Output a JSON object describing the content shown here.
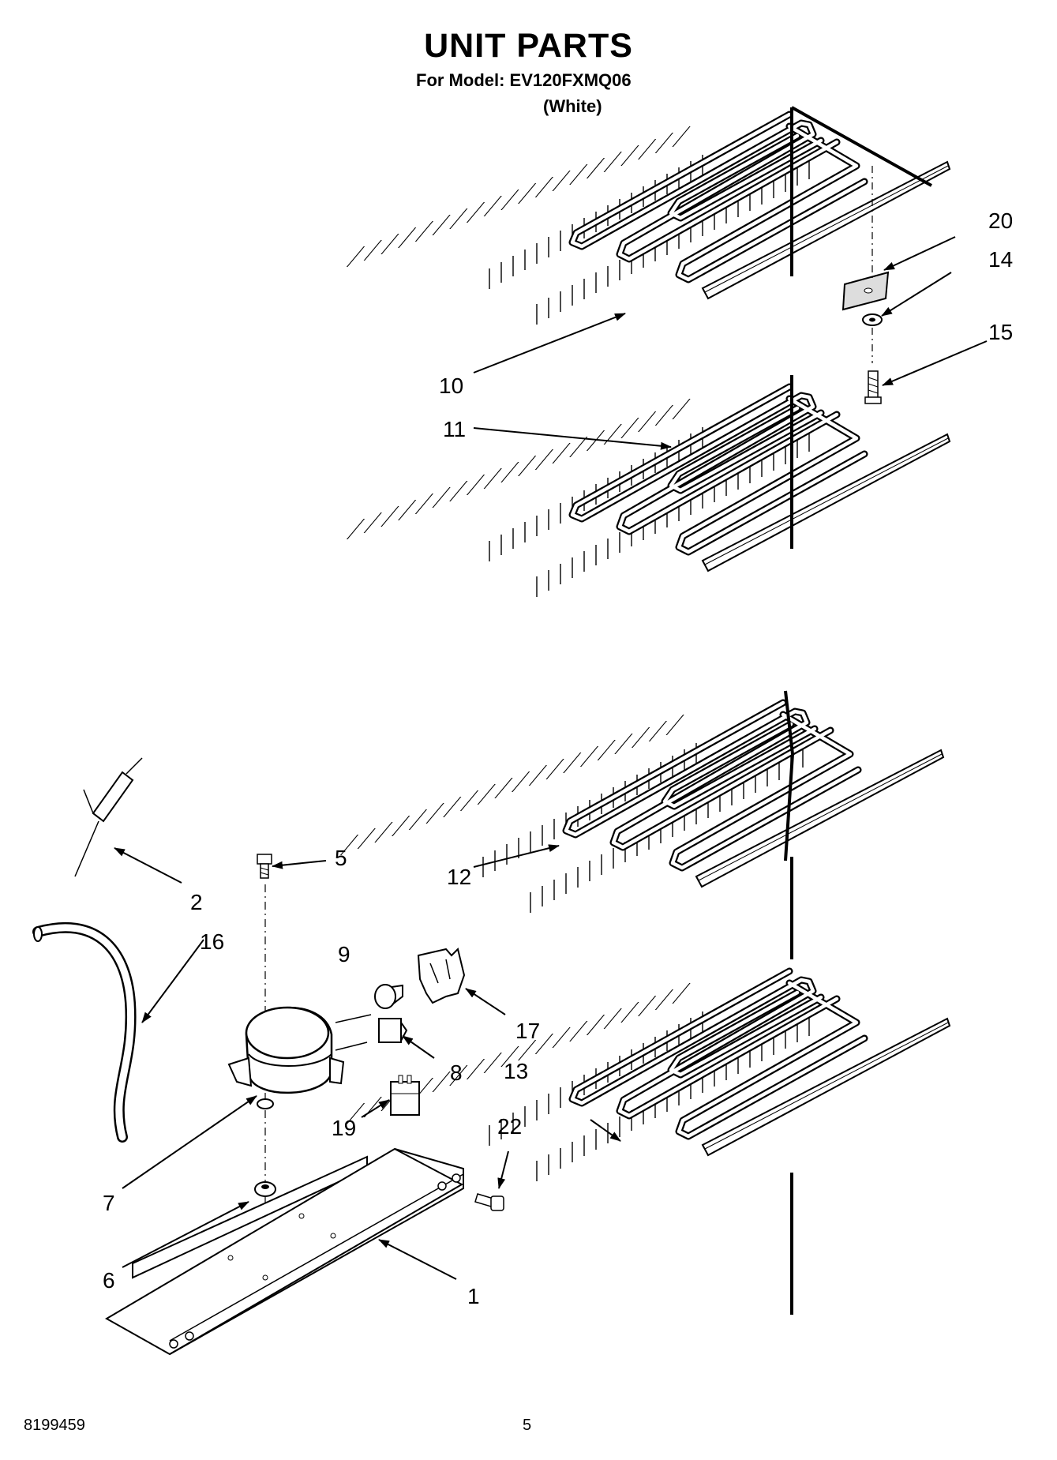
{
  "header": {
    "title": "UNIT PARTS",
    "model": "For Model: EV120FXMQ06",
    "color": "(White)"
  },
  "callouts": [
    {
      "num": "20",
      "part": "evaporator-coil-top-bracket"
    },
    {
      "num": "14",
      "part": "washer"
    },
    {
      "num": "15",
      "part": "screw"
    },
    {
      "num": "10",
      "part": "evaporator-coil-1"
    },
    {
      "num": "11",
      "part": "evaporator-coil-2"
    },
    {
      "num": "12",
      "part": "evaporator-coil-3"
    },
    {
      "num": "13",
      "part": "evaporator-coil-4"
    },
    {
      "num": "5",
      "part": "bolt"
    },
    {
      "num": "2",
      "part": "drier"
    },
    {
      "num": "16",
      "part": "tubing"
    },
    {
      "num": "9",
      "part": "overload"
    },
    {
      "num": "17",
      "part": "terminal-cover"
    },
    {
      "num": "8",
      "part": "relay"
    },
    {
      "num": "19",
      "part": "capacitor"
    },
    {
      "num": "22",
      "part": "screw"
    },
    {
      "num": "7",
      "part": "compressor"
    },
    {
      "num": "6",
      "part": "grommet"
    },
    {
      "num": "1",
      "part": "compressor-base"
    }
  ],
  "footer": {
    "doc_number": "8199459",
    "page": "5"
  },
  "colors": {
    "ink": "#000000",
    "background": "#ffffff"
  }
}
